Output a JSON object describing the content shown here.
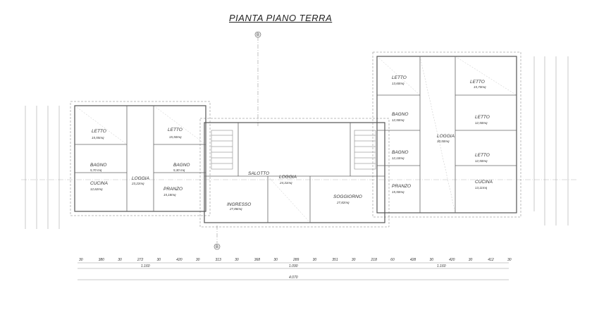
{
  "title": "PIANTA PIANO TERRA",
  "section_marker": "B",
  "rooms": [
    {
      "id": "letto-w",
      "name": "LETTO",
      "area": "15,55mq"
    },
    {
      "id": "letto-w2",
      "name": "LETTO",
      "area": "15,50mq"
    },
    {
      "id": "bagno-w1",
      "name": "BAGNO",
      "area": "5,70 mq"
    },
    {
      "id": "bagno-w2",
      "name": "BAGNO",
      "area": "5,30 mq"
    },
    {
      "id": "cucina-w",
      "name": "CUCINA",
      "area": "12,62mq"
    },
    {
      "id": "loggia-w",
      "name": "LOGGIA",
      "area": "23,22mq"
    },
    {
      "id": "pranzo-w",
      "name": "PRANZO",
      "area": "15,18mq"
    },
    {
      "id": "salotto",
      "name": "SALOTTO",
      "area": ""
    },
    {
      "id": "ingresso",
      "name": "INGRESSO",
      "area": "27,86mq"
    },
    {
      "id": "loggia-c",
      "name": "LOGGIA",
      "area": "24,31mq"
    },
    {
      "id": "soggiorno",
      "name": "SOGGIORNO",
      "area": "27,82mq"
    },
    {
      "id": "letto-e1",
      "name": "LETTO",
      "area": "13,60mq"
    },
    {
      "id": "letto-e2",
      "name": "LETTO",
      "area": "15,70mq"
    },
    {
      "id": "bagno-e1",
      "name": "BAGNO",
      "area": "12,50mq"
    },
    {
      "id": "loggia-e",
      "name": "LOGGIA",
      "area": "30,50mq"
    },
    {
      "id": "letto-e3",
      "name": "LETTO",
      "area": "12,50mq"
    },
    {
      "id": "bagno-e2",
      "name": "BAGNO",
      "area": "12,10mq"
    },
    {
      "id": "letto-e4",
      "name": "LETTO",
      "area": "12,50mq"
    },
    {
      "id": "pranzo-e",
      "name": "PRANZO",
      "area": "15,50mq"
    },
    {
      "id": "cucina-e",
      "name": "CUCINA",
      "area": "13,11mq"
    }
  ],
  "bottom_dims": [
    "30",
    "380",
    "30",
    "272",
    "30",
    "420",
    "30",
    "313",
    "30",
    "368",
    "30",
    "289",
    "30",
    "351",
    "30",
    "218",
    "60",
    "428",
    "30",
    "420",
    "30",
    "412",
    "30"
  ],
  "bottom_totals": [
    "1.160",
    "1.090",
    "1.160",
    "4.070"
  ]
}
